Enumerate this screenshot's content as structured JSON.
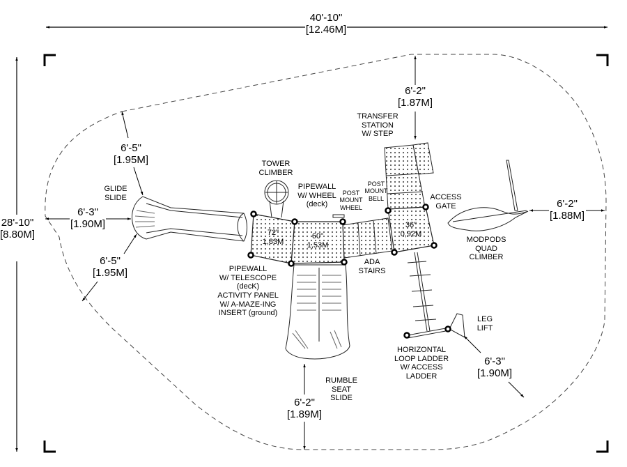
{
  "drawing": {
    "type": "playground site plan",
    "overall_dimensions": {
      "width": {
        "imperial": "40'-10\"",
        "metric": "[12.46M]"
      },
      "height": {
        "imperial": "28'-10\"",
        "metric": "[8.80M]"
      }
    },
    "clearance_dimensions": [
      {
        "id": "top",
        "imperial": "6'-2\"",
        "metric": "[1.87M]"
      },
      {
        "id": "left-upper",
        "imperial": "6'-5\"",
        "metric": "[1.95M]"
      },
      {
        "id": "left",
        "imperial": "6'-3\"",
        "metric": "[1.90M]"
      },
      {
        "id": "left-lower",
        "imperial": "6'-5\"",
        "metric": "[1.95M]"
      },
      {
        "id": "right",
        "imperial": "6'-2\"",
        "metric": "[1.88M]"
      },
      {
        "id": "bottom",
        "imperial": "6'-2\"",
        "metric": "[1.89M]"
      },
      {
        "id": "bottom-right",
        "imperial": "6'-3\"",
        "metric": "[1.90M]"
      }
    ],
    "decks": [
      {
        "id": "deck-72",
        "height": "72\"",
        "metric": "1,83M"
      },
      {
        "id": "deck-60",
        "height": "60\"",
        "metric": "1,53M"
      },
      {
        "id": "deck-36",
        "height": "36\"",
        "metric": "0,92M"
      }
    ],
    "components": [
      {
        "id": "glide-slide",
        "lines": [
          "GLIDE",
          "SLIDE"
        ]
      },
      {
        "id": "tower-climber",
        "lines": [
          "TOWER",
          "CLIMBER"
        ]
      },
      {
        "id": "pipewall-wheel",
        "lines": [
          "PIPEWALL",
          "W/ WHEEL",
          "(deck)"
        ]
      },
      {
        "id": "post-mount-wheel",
        "lines": [
          "POST",
          "MOUNT",
          "WHEEL"
        ]
      },
      {
        "id": "post-mount-bell",
        "lines": [
          "POST",
          "MOUNT",
          "BELL"
        ]
      },
      {
        "id": "transfer-station",
        "lines": [
          "TRANSFER",
          "STATION",
          "W/ STEP"
        ]
      },
      {
        "id": "access-gate",
        "lines": [
          "ACCESS",
          "GATE"
        ]
      },
      {
        "id": "modpods-quad-climber",
        "lines": [
          "MODPODS",
          "QUAD",
          "CLIMBER"
        ]
      },
      {
        "id": "ada-stairs",
        "lines": [
          "ADA",
          "STAIRS"
        ]
      },
      {
        "id": "pipewall-telescope",
        "lines": [
          "PIPEWALL",
          "W/ TELESCOPE",
          "(decK)",
          "ACTIVITY PANEL",
          "W/ A-MAZE-ING",
          "INSERT (ground)"
        ]
      },
      {
        "id": "leg-lift",
        "lines": [
          "LEG",
          "LIFT"
        ]
      },
      {
        "id": "horizontal-loop-ladder",
        "lines": [
          "HORIZONTAL",
          "LOOP LADDER",
          "W/ ACCESS",
          "LADDER"
        ]
      },
      {
        "id": "rumble-seat-slide",
        "lines": [
          "RUMBLE",
          "SEAT",
          "SLIDE"
        ]
      }
    ]
  }
}
